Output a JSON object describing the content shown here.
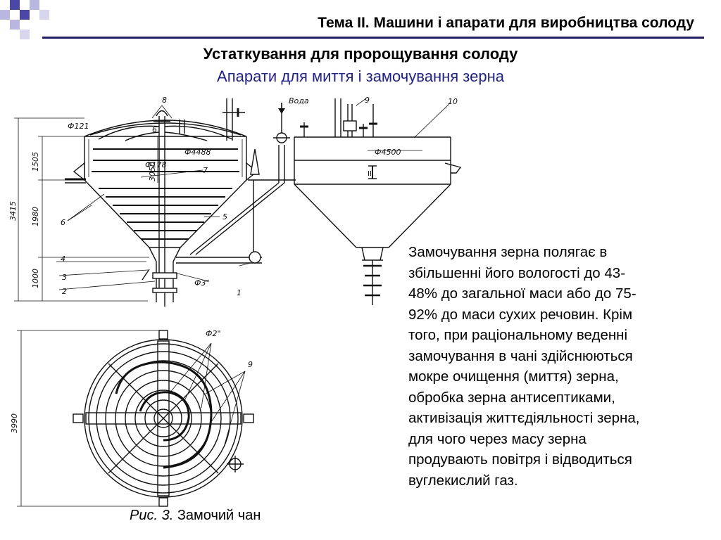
{
  "header": {
    "topic_title": "Тема II. Машини і апарати для виробництва солоду"
  },
  "slide": {
    "heading": "Устаткування для пророщування солоду",
    "subheading": "Апарати для миття і замочування зерна"
  },
  "description": "Замочування зерна полягає в\nзбільшенні його вологості до 43-\n48% до загальної маси або до 75-\n92% до маси сухих речовин. Крім\nтого, при раціональному веденні\nзамочування в чані здійснюються\nмокре очищення (миття) зерна,\nобробка зерна антисептиками,\nактивізація життєдіяльності зерна,\nдля чого через масу зерна\nпродувають повітря і відводиться\nвуглекислий газ.",
  "figure": {
    "caption_prefix": "Рис. 3.",
    "caption_text": " Замочий чан",
    "labels": {
      "phi121": "Ф121",
      "phi4488": "Ф4488",
      "phi178": "Ф178",
      "phi4500": "Ф4500",
      "phi3": "Ф3\"",
      "phi2": "Ф2\"",
      "voda": "Вода",
      "n1": "1",
      "n2": "2",
      "n3": "3",
      "n4": "4",
      "n5": "5",
      "n6a": "6",
      "n6b": "6",
      "n7": "7",
      "n8": "8",
      "n9a": "9",
      "n9b": "9",
      "n10": "10",
      "roman": "II",
      "dim1505": "1505",
      "dim1980": "1980",
      "dim1000": "1000",
      "dim3050": "3050",
      "dim3415": "3415",
      "dim3990": "3990"
    }
  },
  "colors": {
    "band": "#1f1a78",
    "subheading": "#20209a",
    "deco_dark": "#4b47a8",
    "deco_light": "#b9b6e0"
  }
}
